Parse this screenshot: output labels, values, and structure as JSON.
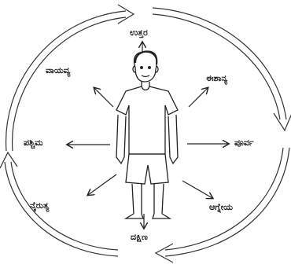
{
  "diagram": {
    "directions": {
      "north": "ಉತ್ತರ",
      "northeast": "ಈಶಾನ್ಯ",
      "east": "ಪೂರ್ವ",
      "southeast": "ಆಗ್ನೇಯ",
      "south": "ದಕ್ಷಿಣ",
      "southwest": "ನೈರುತ್ಯ",
      "west": "ಪಶ್ಚಿಮ",
      "northwest": "ವಾಯವ್ಯ"
    }
  }
}
